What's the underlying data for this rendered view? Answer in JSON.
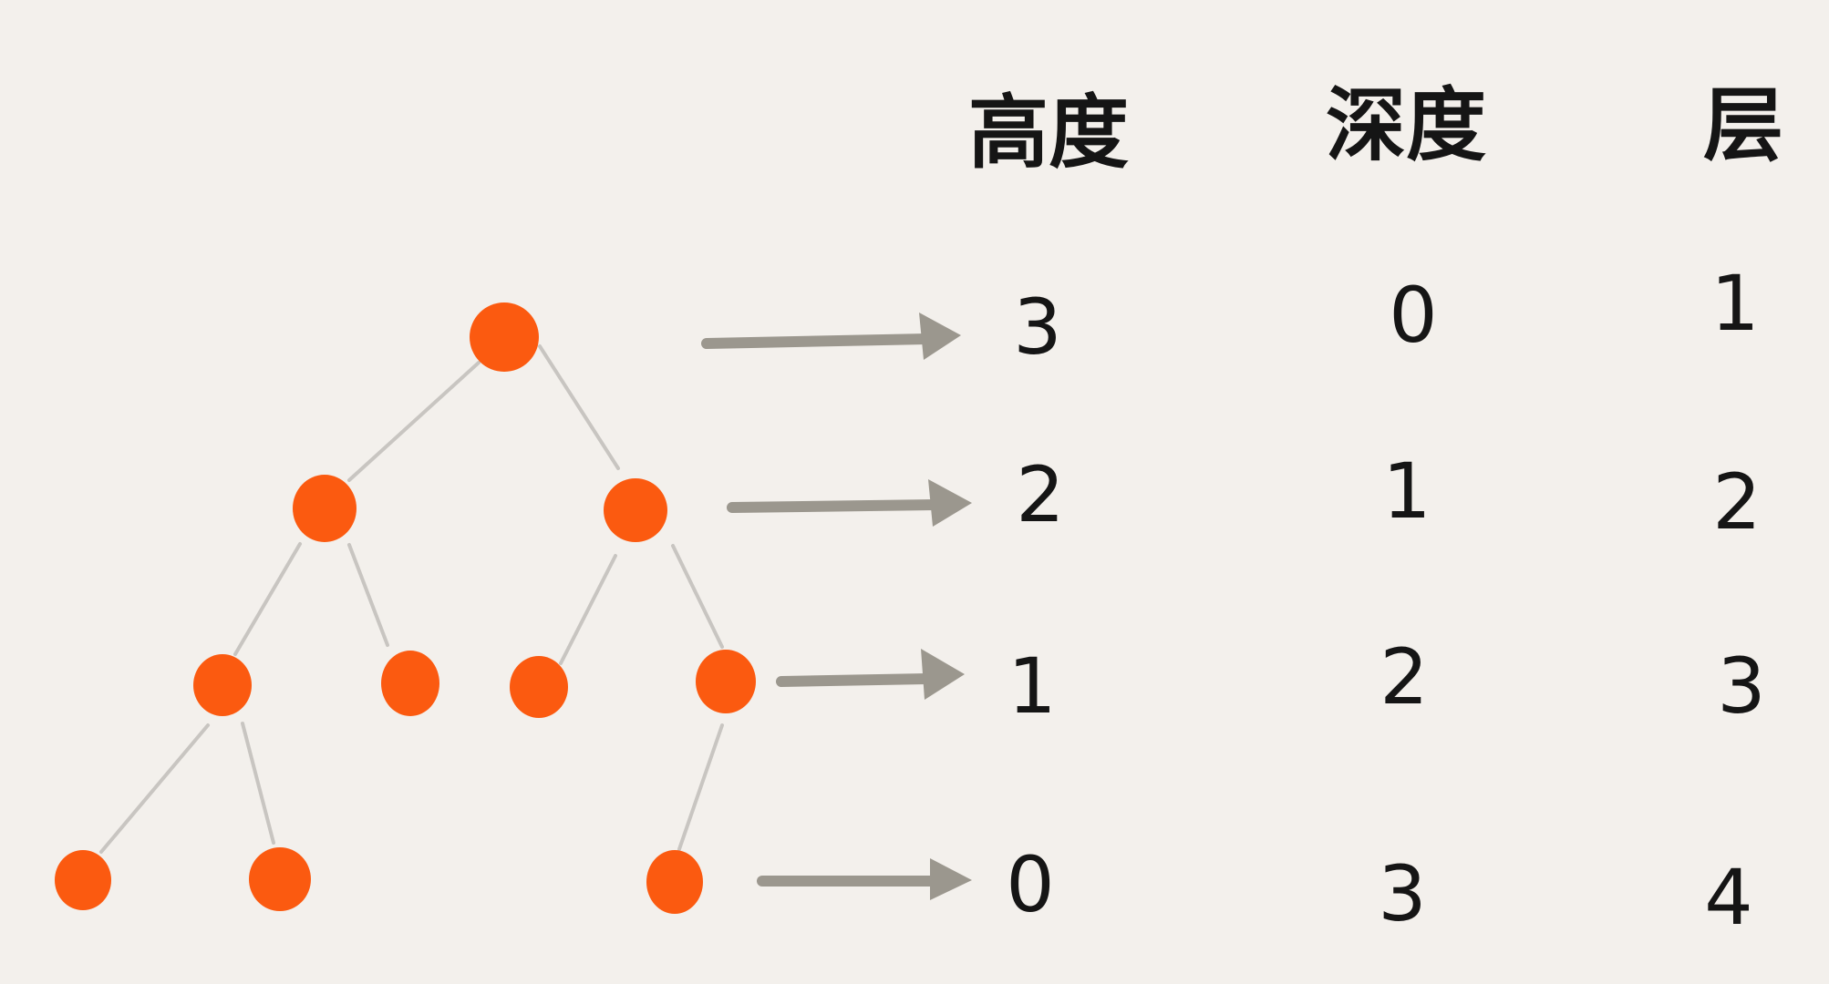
{
  "headers": {
    "height": "高度",
    "depth": "深度",
    "level": "层"
  },
  "rows": [
    {
      "height": "3",
      "depth": "0",
      "level": "1"
    },
    {
      "height": "2",
      "depth": "1",
      "level": "2"
    },
    {
      "height": "1",
      "depth": "2",
      "level": "3"
    },
    {
      "height": "0",
      "depth": "3",
      "level": "4"
    }
  ],
  "colors": {
    "background": "#f3f0ec",
    "node": "#fb5a10",
    "edge": "#c8c5c1",
    "arrow": "#9b978e",
    "text": "#151515"
  }
}
